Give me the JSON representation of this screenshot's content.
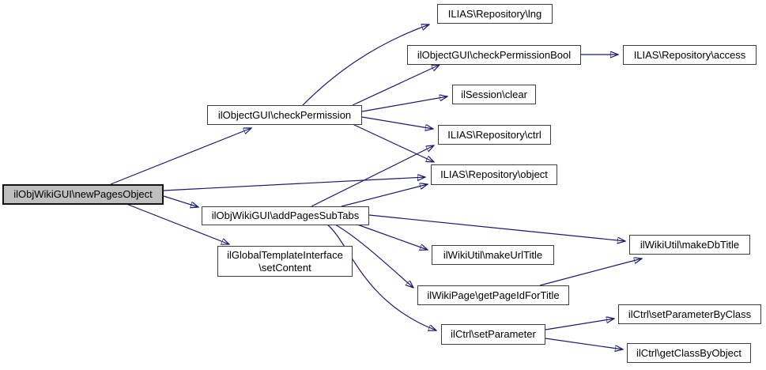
{
  "diagram": {
    "type": "call-graph",
    "root_function": "ilObjWikiGUI\\newPagesObject",
    "colors": {
      "edge": "#191970",
      "node_fill": "#ffffff",
      "node_border": "#3f3f3f",
      "highlight_fill": "#bfbfbf",
      "highlight_border": "#141414",
      "background": "#ffffff"
    },
    "nodes": [
      {
        "id": "newPagesObject",
        "label": "ilObjWikiGUI\\newPagesObject",
        "highlighted": true
      },
      {
        "id": "checkPermission",
        "label": "ilObjectGUI\\checkPermission",
        "highlighted": false
      },
      {
        "id": "lng",
        "label": "ILIAS\\Repository\\lng",
        "highlighted": false
      },
      {
        "id": "checkPermissionBool",
        "label": "ilObjectGUI\\checkPermissionBool",
        "highlighted": false
      },
      {
        "id": "access",
        "label": "ILIAS\\Repository\\access",
        "highlighted": false
      },
      {
        "id": "clear",
        "label": "ilSession\\clear",
        "highlighted": false
      },
      {
        "id": "ctrl",
        "label": "ILIAS\\Repository\\ctrl",
        "highlighted": false
      },
      {
        "id": "object",
        "label": "ILIAS\\Repository\\object",
        "highlighted": false
      },
      {
        "id": "addPagesSubTabs",
        "label": "ilObjWikiGUI\\addPagesSubTabs",
        "highlighted": false
      },
      {
        "id": "setContent",
        "label_line1": "ilGlobalTemplateInterface",
        "label_line2": "\\setContent",
        "highlighted": false
      },
      {
        "id": "makeUrlTitle",
        "label": "ilWikiUtil\\makeUrlTitle",
        "highlighted": false
      },
      {
        "id": "makeDbTitle",
        "label": "ilWikiUtil\\makeDbTitle",
        "highlighted": false
      },
      {
        "id": "getPageIdForTitle",
        "label": "ilWikiPage\\getPageIdForTitle",
        "highlighted": false
      },
      {
        "id": "setParameter",
        "label": "ilCtrl\\setParameter",
        "highlighted": false
      },
      {
        "id": "setParameterByClass",
        "label": "ilCtrl\\setParameterByClass",
        "highlighted": false
      },
      {
        "id": "getClassByObject",
        "label": "ilCtrl\\getClassByObject",
        "highlighted": false
      }
    ],
    "edges": [
      {
        "from": "newPagesObject",
        "to": "checkPermission"
      },
      {
        "from": "newPagesObject",
        "to": "object"
      },
      {
        "from": "newPagesObject",
        "to": "addPagesSubTabs"
      },
      {
        "from": "newPagesObject",
        "to": "setContent"
      },
      {
        "from": "checkPermission",
        "to": "lng"
      },
      {
        "from": "checkPermission",
        "to": "checkPermissionBool"
      },
      {
        "from": "checkPermission",
        "to": "clear"
      },
      {
        "from": "checkPermission",
        "to": "ctrl"
      },
      {
        "from": "checkPermission",
        "to": "object"
      },
      {
        "from": "checkPermissionBool",
        "to": "access"
      },
      {
        "from": "addPagesSubTabs",
        "to": "ctrl"
      },
      {
        "from": "addPagesSubTabs",
        "to": "object"
      },
      {
        "from": "addPagesSubTabs",
        "to": "makeDbTitle"
      },
      {
        "from": "addPagesSubTabs",
        "to": "makeUrlTitle"
      },
      {
        "from": "addPagesSubTabs",
        "to": "getPageIdForTitle"
      },
      {
        "from": "addPagesSubTabs",
        "to": "setParameter"
      },
      {
        "from": "getPageIdForTitle",
        "to": "makeDbTitle"
      },
      {
        "from": "setParameter",
        "to": "setParameterByClass"
      },
      {
        "from": "setParameter",
        "to": "getClassByObject"
      }
    ]
  }
}
